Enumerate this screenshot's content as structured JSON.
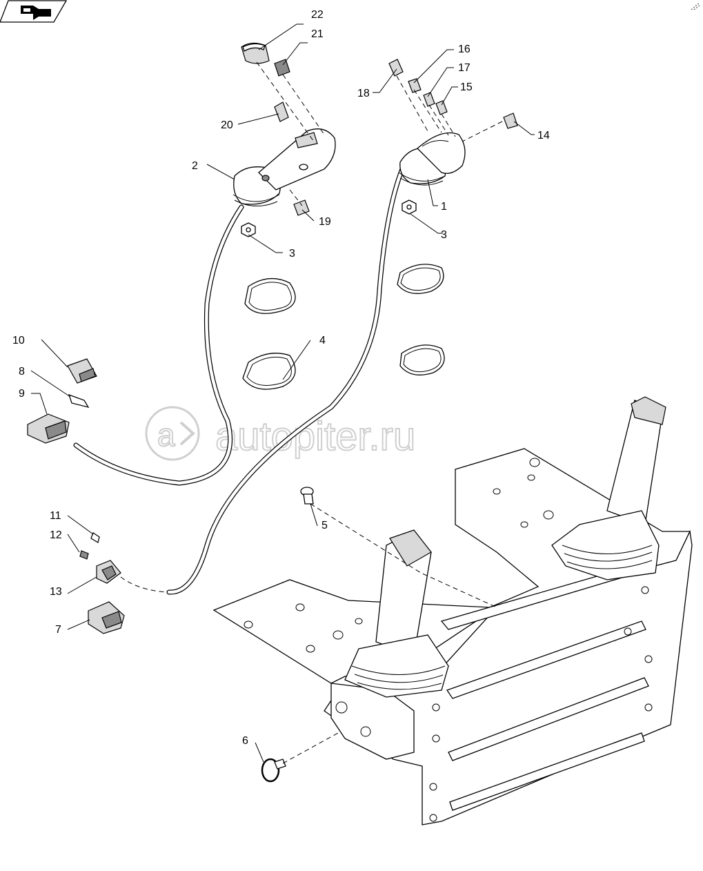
{
  "watermark": "autopiter.ru",
  "icons": {
    "nav": "back-arrow-icon",
    "corner": "resize-icon"
  },
  "callouts": [
    {
      "id": "c1",
      "label": "1"
    },
    {
      "id": "c2",
      "label": "2"
    },
    {
      "id": "c3a",
      "label": "3"
    },
    {
      "id": "c3b",
      "label": "3"
    },
    {
      "id": "c4",
      "label": "4"
    },
    {
      "id": "c5",
      "label": "5"
    },
    {
      "id": "c6",
      "label": "6"
    },
    {
      "id": "c7",
      "label": "7"
    },
    {
      "id": "c8",
      "label": "8"
    },
    {
      "id": "c9",
      "label": "9"
    },
    {
      "id": "c10",
      "label": "10"
    },
    {
      "id": "c11",
      "label": "11"
    },
    {
      "id": "c12",
      "label": "12"
    },
    {
      "id": "c13",
      "label": "13"
    },
    {
      "id": "c14",
      "label": "14"
    },
    {
      "id": "c15",
      "label": "15"
    },
    {
      "id": "c16",
      "label": "16"
    },
    {
      "id": "c17",
      "label": "17"
    },
    {
      "id": "c18",
      "label": "18"
    },
    {
      "id": "c19",
      "label": "19"
    },
    {
      "id": "c20",
      "label": "20"
    },
    {
      "id": "c21",
      "label": "21"
    },
    {
      "id": "c22",
      "label": "22"
    }
  ]
}
